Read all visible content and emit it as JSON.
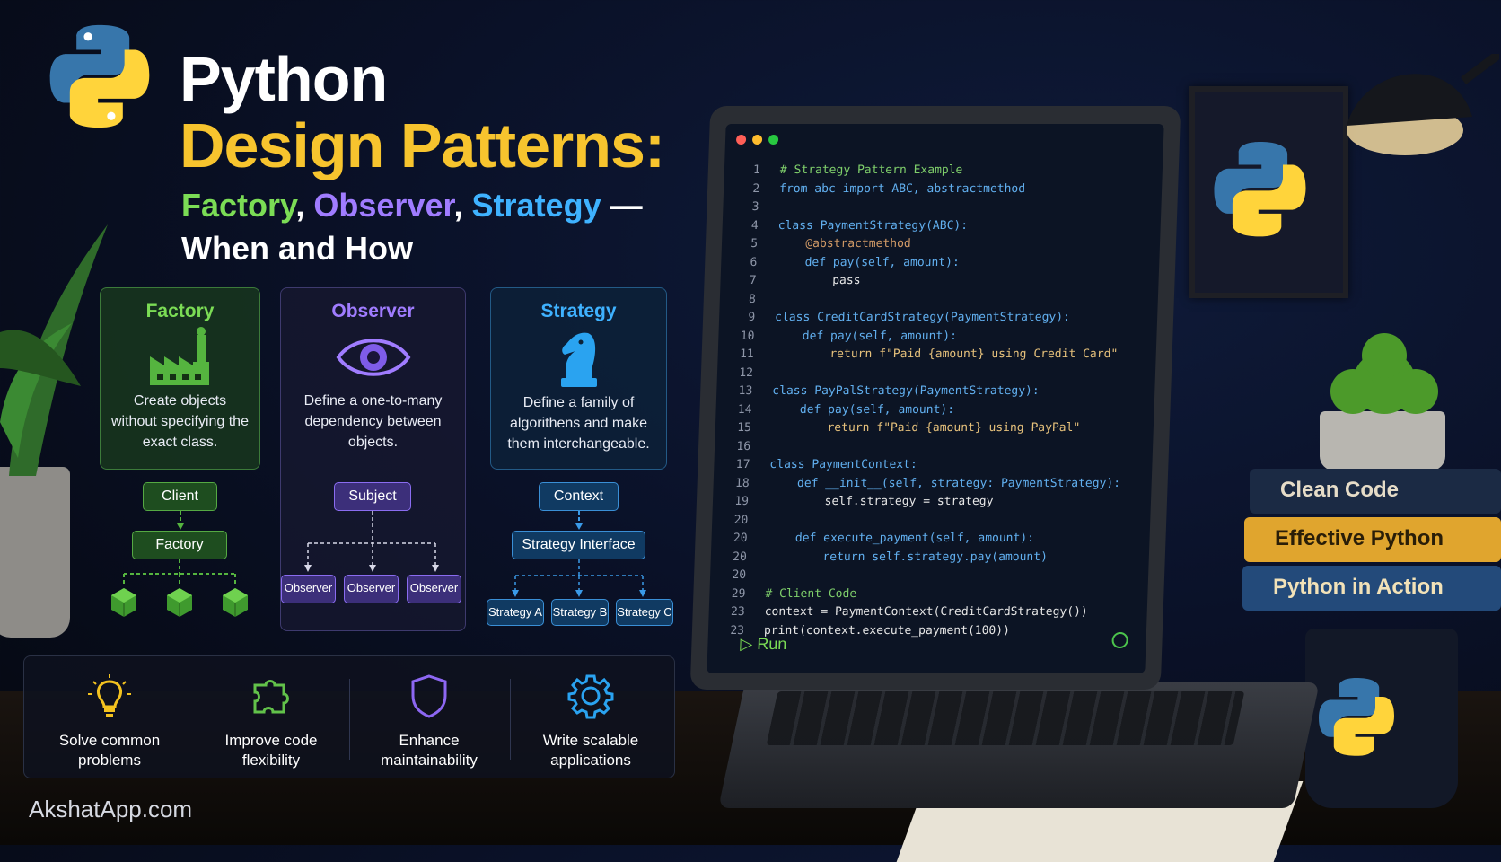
{
  "header": {
    "title_line1": "Python",
    "title_line2": "Design Patterns:",
    "subtitle_factory": "Factory",
    "subtitle_comma1": ", ",
    "subtitle_observer": "Observer",
    "subtitle_comma2": ", ",
    "subtitle_strategy": "Strategy",
    "subtitle_dash": " —",
    "subtitle_line2": "When and How"
  },
  "cards": {
    "factory": {
      "title": "Factory",
      "desc": "Create objects without specifying the exact class.",
      "diagram": {
        "client": "Client",
        "factory": "Factory"
      }
    },
    "observer": {
      "title": "Observer",
      "desc": "Define a one-to-many dependency between objects.",
      "diagram": {
        "subject": "Subject",
        "observers": [
          "Observer",
          "Observer",
          "Observer"
        ]
      }
    },
    "strategy": {
      "title": "Strategy",
      "desc": "Define a family of algorithens and make them interchangeable.",
      "diagram": {
        "context": "Context",
        "interface": "Strategy Interface",
        "strategies": [
          "Strategy A",
          "Strategy B",
          "Strategy C"
        ]
      }
    }
  },
  "benefits": [
    {
      "icon": "lightbulb-icon",
      "label": "Solve common problems"
    },
    {
      "icon": "puzzle-icon",
      "label": "Improve code flexibility"
    },
    {
      "icon": "shield-icon",
      "label": "Enhance maintainability"
    },
    {
      "icon": "gear-icon",
      "label": "Write scalable applications"
    }
  ],
  "site": "AkshatApp.com",
  "editor": {
    "run_label": "Run",
    "lines": [
      {
        "n": "1",
        "text": "# Strategy Pattern Example"
      },
      {
        "n": "2",
        "text": "from abc import ABC, abstractmethod"
      },
      {
        "n": "3",
        "text": ""
      },
      {
        "n": "4",
        "text": "class PaymentStrategy(ABC):"
      },
      {
        "n": "5",
        "text": "    @abstractmethod"
      },
      {
        "n": "6",
        "text": "    def pay(self, amount):"
      },
      {
        "n": "7",
        "text": "        pass"
      },
      {
        "n": "8",
        "text": ""
      },
      {
        "n": "9",
        "text": "class CreditCardStrategy(PaymentStrategy):"
      },
      {
        "n": "10",
        "text": "    def pay(self, amount):"
      },
      {
        "n": "11",
        "text": "        return f\"Paid {amount} using Credit Card\""
      },
      {
        "n": "12",
        "text": ""
      },
      {
        "n": "13",
        "text": "class PayPalStrategy(PaymentStrategy):"
      },
      {
        "n": "14",
        "text": "    def pay(self, amount):"
      },
      {
        "n": "15",
        "text": "        return f\"Paid {amount} using PayPal\""
      },
      {
        "n": "16",
        "text": ""
      },
      {
        "n": "17",
        "text": "class PaymentContext:"
      },
      {
        "n": "18",
        "text": "    def __init__(self, strategy: PaymentStrategy):"
      },
      {
        "n": "19",
        "text": "        self.strategy = strategy"
      },
      {
        "n": "20",
        "text": ""
      },
      {
        "n": "20",
        "text": "    def execute_payment(self, amount):"
      },
      {
        "n": "20",
        "text": "        return self.strategy.pay(amount)"
      },
      {
        "n": "20",
        "text": ""
      },
      {
        "n": "29",
        "text": "# Client Code"
      },
      {
        "n": "23",
        "text": "context = PaymentContext(CreditCardStrategy())"
      },
      {
        "n": "23",
        "text": "print(context.execute_payment(100))"
      }
    ]
  },
  "books": [
    "Clean Code",
    "Effective Python",
    "Python in Action"
  ],
  "colors": {
    "python_blue": "#3776ab",
    "python_yellow": "#ffd43b",
    "factory_green": "#7bdc55",
    "observer_purple": "#a07cff",
    "strategy_blue": "#3fb2ff",
    "title_yellow": "#f7c42e"
  }
}
